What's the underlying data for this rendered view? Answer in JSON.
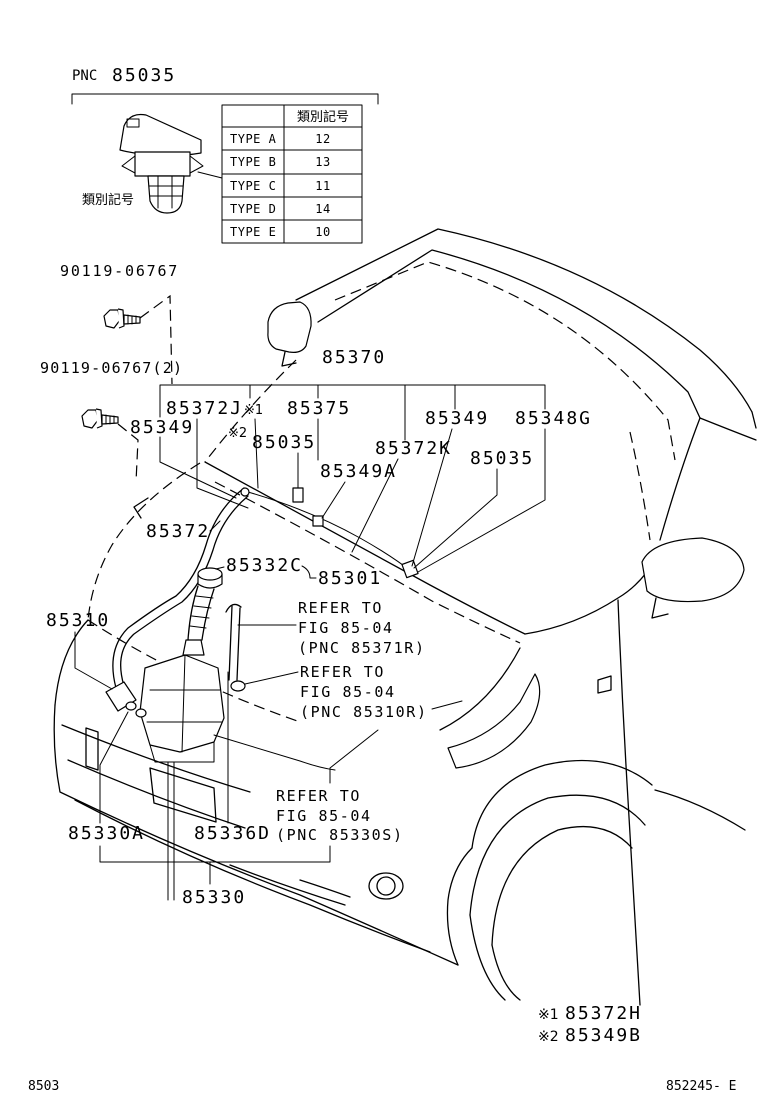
{
  "pnc": {
    "prefix": "PNC",
    "number": "85035"
  },
  "nozzle_type_label": "類別記号",
  "type_table": {
    "header": "類別記号",
    "rows": [
      {
        "type": "TYPE A",
        "code": "12"
      },
      {
        "type": "TYPE B",
        "code": "13"
      },
      {
        "type": "TYPE C",
        "code": "11"
      },
      {
        "type": "TYPE D",
        "code": "14"
      },
      {
        "type": "TYPE E",
        "code": "10"
      }
    ]
  },
  "callouts": {
    "p_90119": "90119-06767",
    "p_90119_qty": "90119-06767(2)",
    "p_85370": "85370",
    "p_85372J": "85372J",
    "mark_1": "※1",
    "p_85375": "85375",
    "mark_2": "※2",
    "p_85035_mid": "85035",
    "p_85349_left": "85349",
    "p_85349_right": "85349",
    "p_85348G": "85348G",
    "p_85372K": "85372K",
    "p_85349A": "85349A",
    "p_85035_right": "85035",
    "p_85372": "85372",
    "p_85332C": "85332C",
    "p_85301": "85301",
    "p_85310": "85310",
    "p_85330A": "85330A",
    "p_85336D": "85336D",
    "p_85330": "85330"
  },
  "refer_notes": [
    {
      "line1": "REFER TO",
      "line2": "FIG 85-04",
      "line3": "(PNC 85371R)"
    },
    {
      "line1": "REFER TO",
      "line2": "FIG 85-04",
      "line3": "(PNC 85310R)"
    },
    {
      "line1": "REFER TO",
      "line2": "FIG 85-04",
      "line3": "(PNC 85330S)"
    }
  ],
  "legend": [
    {
      "mark": "※1",
      "part": "85372H"
    },
    {
      "mark": "※2",
      "part": "85349B"
    }
  ],
  "footer": {
    "left": "8503",
    "right": "852245- E"
  }
}
